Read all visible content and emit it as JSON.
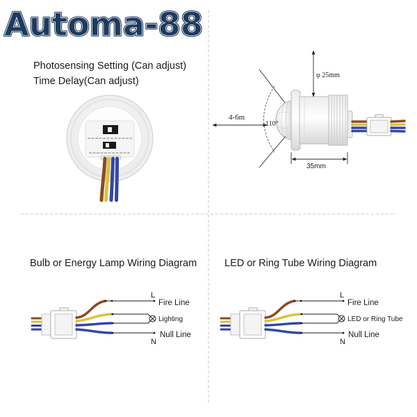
{
  "logo": {
    "text": "Automa-88"
  },
  "settings": {
    "photosensing": "Photosensing Setting (Can adjust)",
    "time_delay": "Time Delay(Can adjust)"
  },
  "dimensions": {
    "diameter": "φ 25mm",
    "range": "4-6m",
    "angle": "110°",
    "length": "35mm"
  },
  "diagrams": [
    {
      "title": "Bulb or Energy Lamp Wiring Diagram",
      "live_marker": "L",
      "live_label": "Fire Line",
      "load_label": "Lighting",
      "neutral_label": "Null Line",
      "neutral_marker": "N"
    },
    {
      "title": "LED or Ring Tube Wiring Diagram",
      "live_marker": "L",
      "live_label": "Fire Line",
      "load_label": "LED or Ring Tube",
      "neutral_label": "Null Line",
      "neutral_marker": "N"
    }
  ],
  "colors": {
    "logo": "#1f3a5e",
    "wire_brown": "#8a4a22",
    "wire_yellow": "#dcc23a",
    "wire_blue": "#3346a6",
    "line": "#1a1a1a"
  }
}
